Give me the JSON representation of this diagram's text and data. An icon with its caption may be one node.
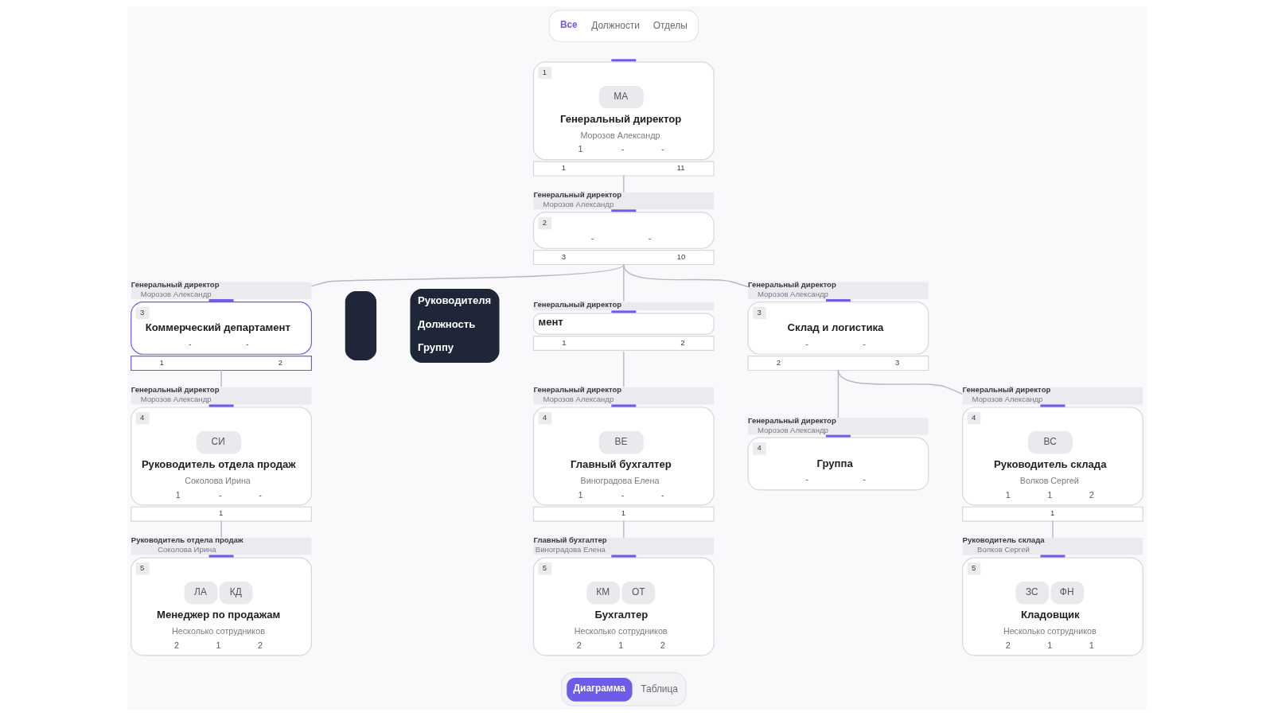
{
  "diagram": {
    "nodes": [
      {
        "text": [
          "Все",
          "Должности",
          "Отделы"
        ]
      },
      {
        "text": [
          "1",
          "МА",
          "Генеральный директор",
          "Морозов Александр",
          "1",
          "-",
          "-"
        ],
        "beside": [
          "1",
          "11"
        ]
      },
      {
        "text": [
          "Генеральный директор",
          "Морозов Александр",
          "2",
          "-",
          "-"
        ],
        "beside": [
          "3",
          "10"
        ]
      },
      {
        "text": [
          "Генеральный директор",
          "Морозов Александр",
          "3",
          "Коммерческий департамент",
          "-",
          "-"
        ],
        "beside": [
          "1",
          "2"
        ]
      },
      {
        "text": [],
        "shape": "box"
      },
      {
        "text": [
          "Руководителя",
          "Должность",
          "Группу"
        ]
      },
      {
        "text": [
          "Генеральный директор",
          "мент",
          "1",
          "2"
        ]
      },
      {
        "text": [
          "Генеральный директор",
          "Морозов Александр",
          "3",
          "Склад и логистика",
          "-",
          "-"
        ],
        "beside": [
          "2",
          "3"
        ]
      },
      {
        "text": [
          "Генеральный директор",
          "Морозов Александр",
          "4",
          "СИ",
          "Руководитель отдела продаж",
          "Соколова Ирина",
          "1",
          "-",
          "-"
        ],
        "beside": [
          "1"
        ]
      },
      {
        "text": [
          "Генеральный директор",
          "Морозов Александр",
          "4",
          "ВЕ",
          "Главный бухгалтер",
          "Виноградова Елена",
          "1",
          "-",
          "-"
        ],
        "beside": [
          "1"
        ]
      },
      {
        "text": [
          "Генеральный директор",
          "Морозов Александр",
          "4",
          "Группа",
          "-",
          "-"
        ]
      },
      {
        "text": [
          "Генеральный директор",
          "Морозов Александр",
          "4",
          "ВС",
          "Руководитель склада",
          "Волков Сергей",
          "1",
          "1",
          "2"
        ],
        "beside": [
          "1"
        ]
      },
      {
        "text": [
          "Руководитель отдела продаж",
          "Соколова Ирина",
          "5",
          "ЛА",
          "КД",
          "Менеджер по продажам",
          "Несколько сотрудников",
          "2",
          "1",
          "2"
        ]
      },
      {
        "text": [
          "Главный бухгалтер",
          "Виноградова Елена",
          "5",
          "КМ",
          "ОТ",
          "Бухгалтер",
          "Несколько сотрудников",
          "2",
          "1",
          "2"
        ]
      },
      {
        "text": [
          "Руководитель склада",
          "Волков Сергей",
          "5",
          "ЗС",
          "ФН",
          "Кладовщик",
          "Несколько сотрудников",
          "2",
          "1",
          "1"
        ]
      },
      {
        "text": [
          "Диаграмма",
          "Таблица"
        ]
      }
    ],
    "edges": [
      {
        "from": 1,
        "to": 2,
        "arrow": "none"
      },
      {
        "from": 2,
        "to": 3,
        "arrow": "none"
      },
      {
        "from": 2,
        "to": 6,
        "arrow": "none"
      },
      {
        "from": 2,
        "to": 7,
        "arrow": "none"
      },
      {
        "from": 3,
        "to": 8,
        "arrow": "none"
      },
      {
        "from": 6,
        "to": 9,
        "arrow": "none"
      },
      {
        "from": 7,
        "to": 10,
        "arrow": "none"
      },
      {
        "from": 7,
        "to": 11,
        "arrow": "none"
      },
      {
        "from": 8,
        "to": 12,
        "arrow": "none"
      },
      {
        "from": 9,
        "to": 13,
        "arrow": "none"
      },
      {
        "from": 11,
        "to": 14,
        "arrow": "none"
      }
    ]
  }
}
